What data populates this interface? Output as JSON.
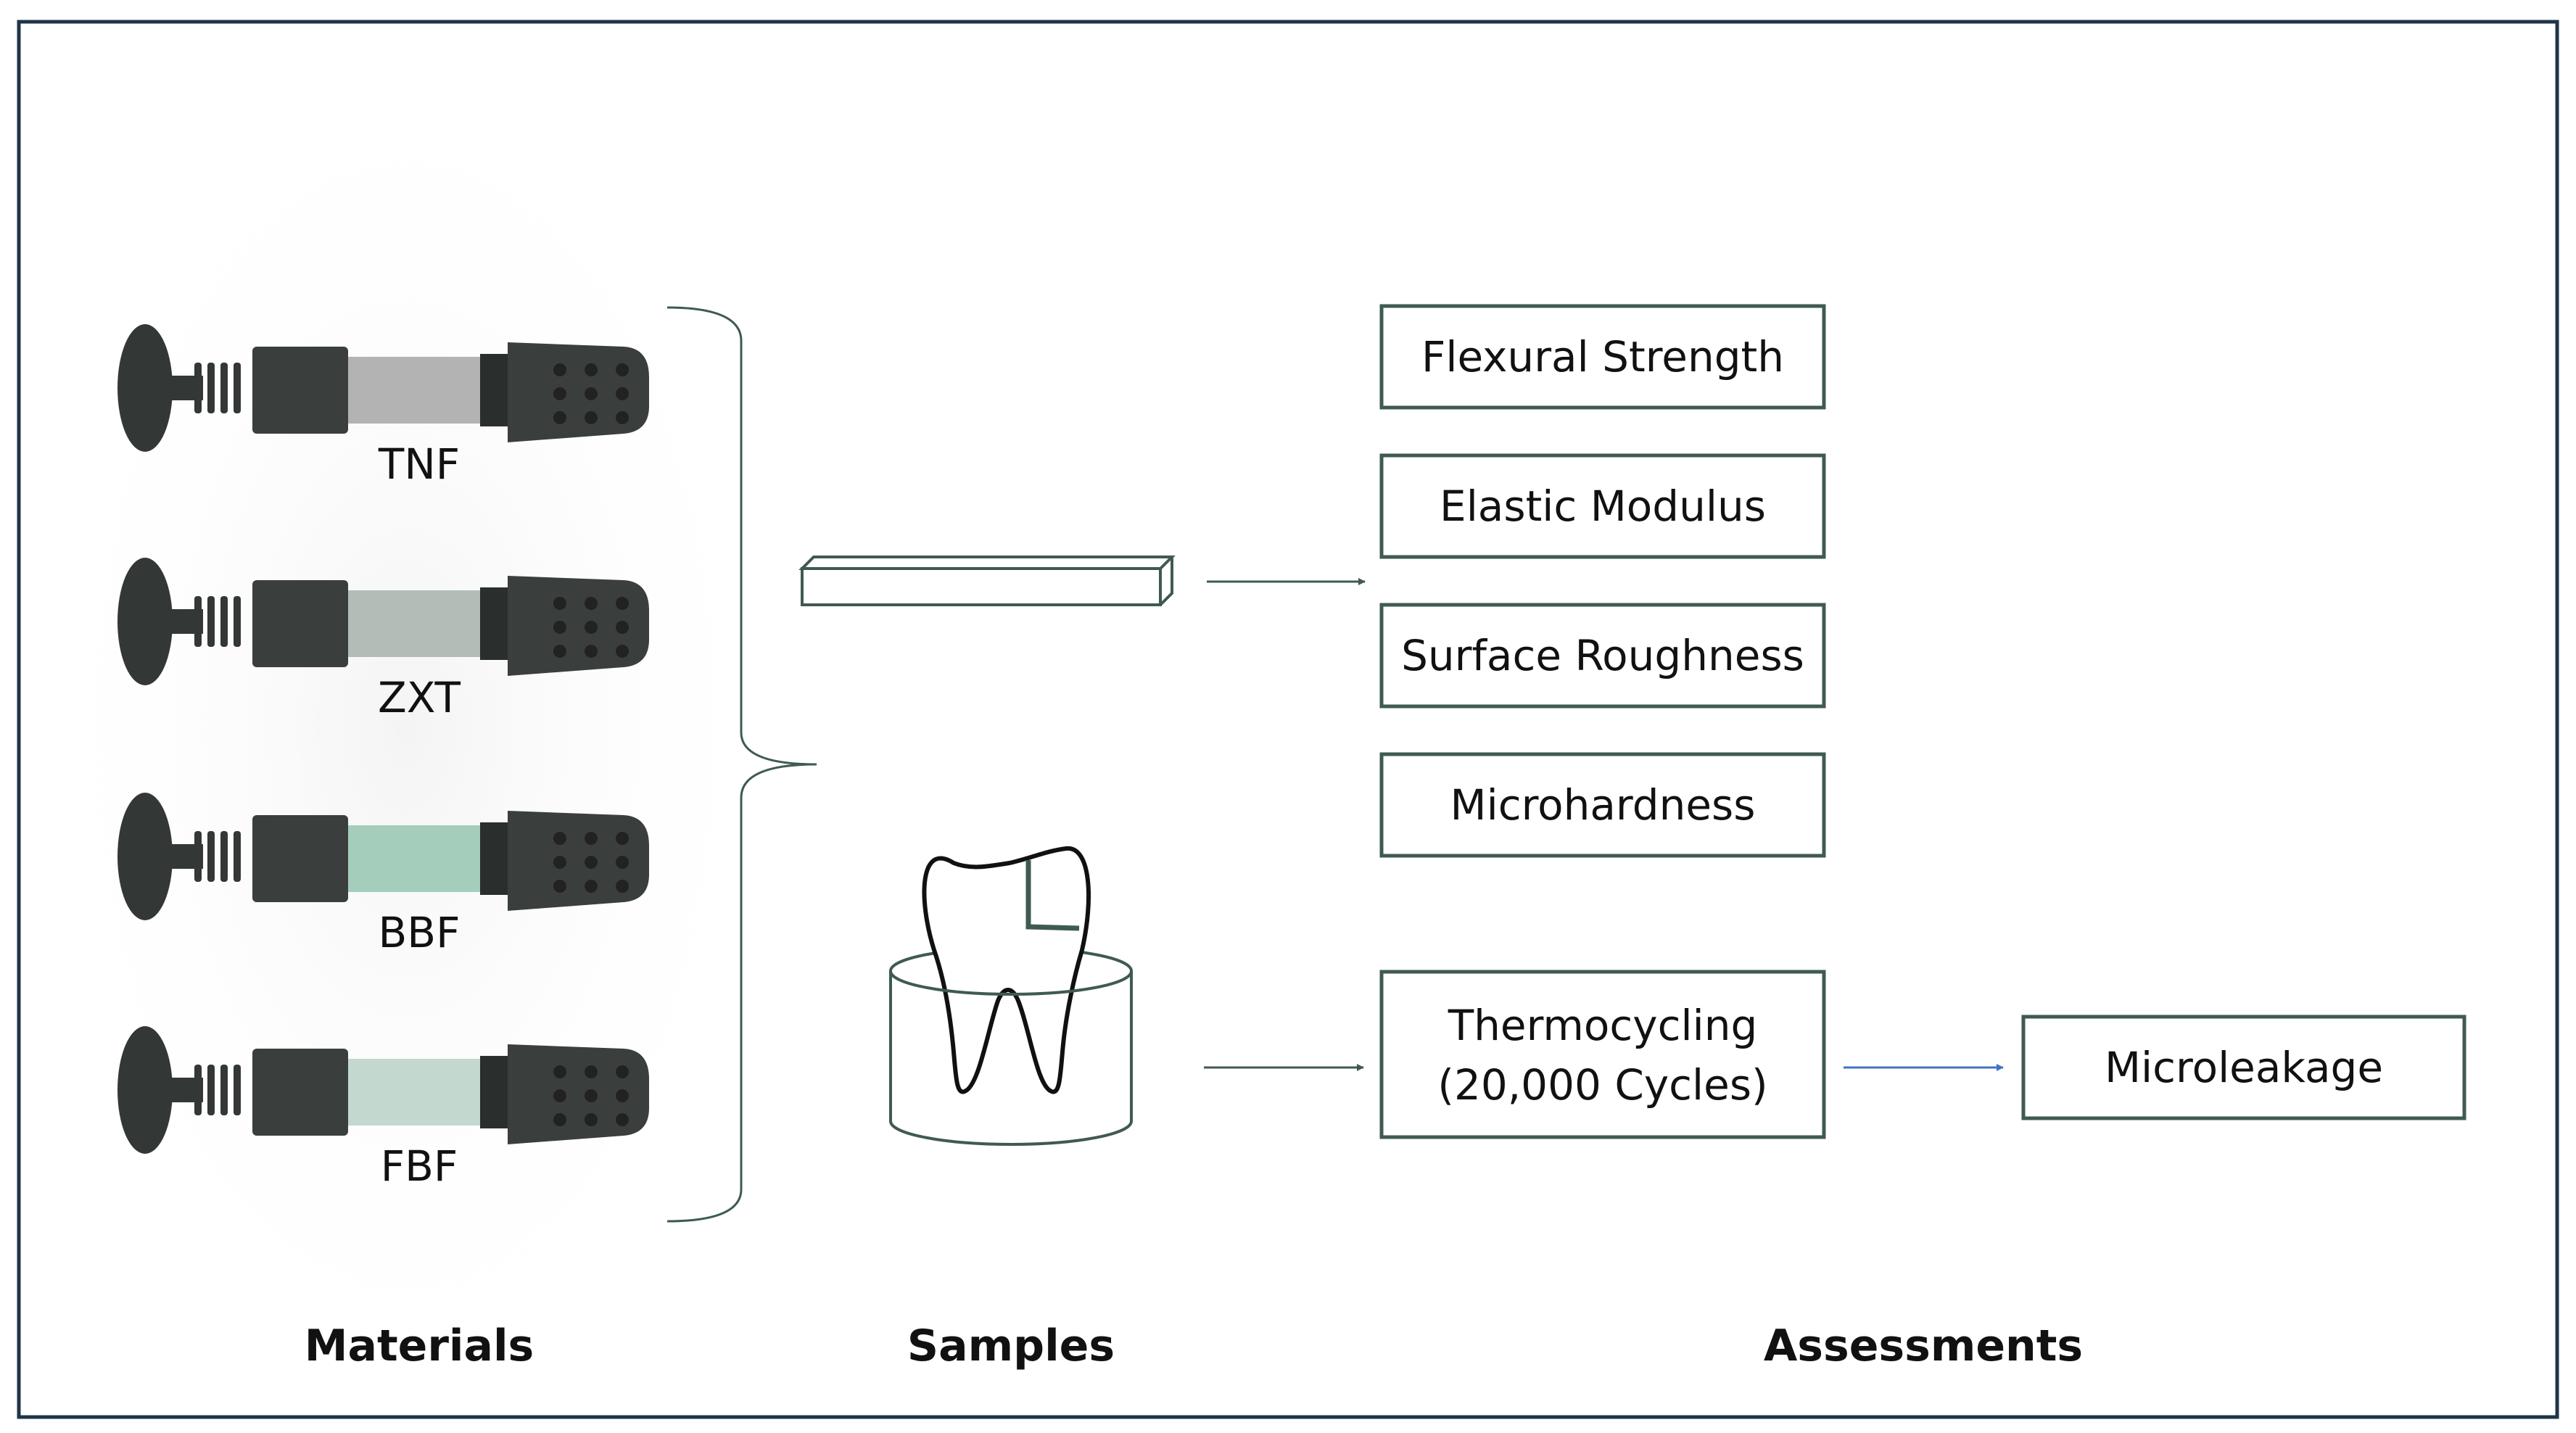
{
  "materials": {
    "heading": "Materials",
    "items": [
      {
        "label": "TNF",
        "color": "#b3b3b3"
      },
      {
        "label": "ZXT",
        "color": "#b2bdb8"
      },
      {
        "label": "BBF",
        "color": "#a5cdbc"
      },
      {
        "label": "FBF",
        "color": "#c3d8cf"
      }
    ]
  },
  "samples": {
    "heading": "Samples"
  },
  "assessments": {
    "heading": "Assessments",
    "bar_tests": [
      "Flexural Strength",
      "Elastic Modulus",
      "Surface Roughness",
      "Microhardness"
    ],
    "tooth_test_line1": "Thermocycling",
    "tooth_test_line2": "(20,000 Cycles)",
    "final_test": "Microleakage"
  },
  "colors": {
    "border": "#1f3448",
    "box_stroke": "#3f5a52",
    "arrow": "#3f5a52",
    "blue_arrow": "#4472c4",
    "syringe_dark": "#333836",
    "syringe_mid": "#3a3f3d"
  }
}
